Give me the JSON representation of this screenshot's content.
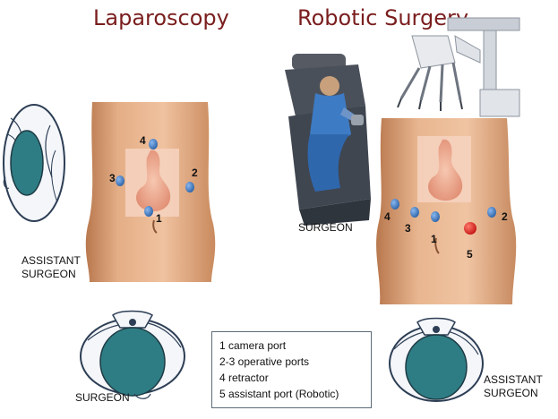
{
  "titles": {
    "left": "Laparoscopy",
    "right": "Robotic Surgery"
  },
  "labels": {
    "assistant_left": [
      "ASSISTANT",
      "SURGEON"
    ],
    "surgeon_left": "SURGEON",
    "surgeon_console": "SURGEON",
    "assistant_right": [
      "ASSISTANT",
      "SURGEON"
    ]
  },
  "laparoscopy_ports": [
    "1",
    "2",
    "3",
    "4"
  ],
  "robotic_ports": [
    "1",
    "2",
    "3",
    "4",
    "5"
  ],
  "legend": [
    "1 camera port",
    "2-3 operative ports",
    "4 retractor",
    "5 assistant port (Robotic)"
  ],
  "colors": {
    "title": "#7a1e1e",
    "port_blue": "#3b78c4",
    "assistant_port_red": "#e02020",
    "head_teal": "#2f7d84",
    "skin": "#e7b48e"
  }
}
